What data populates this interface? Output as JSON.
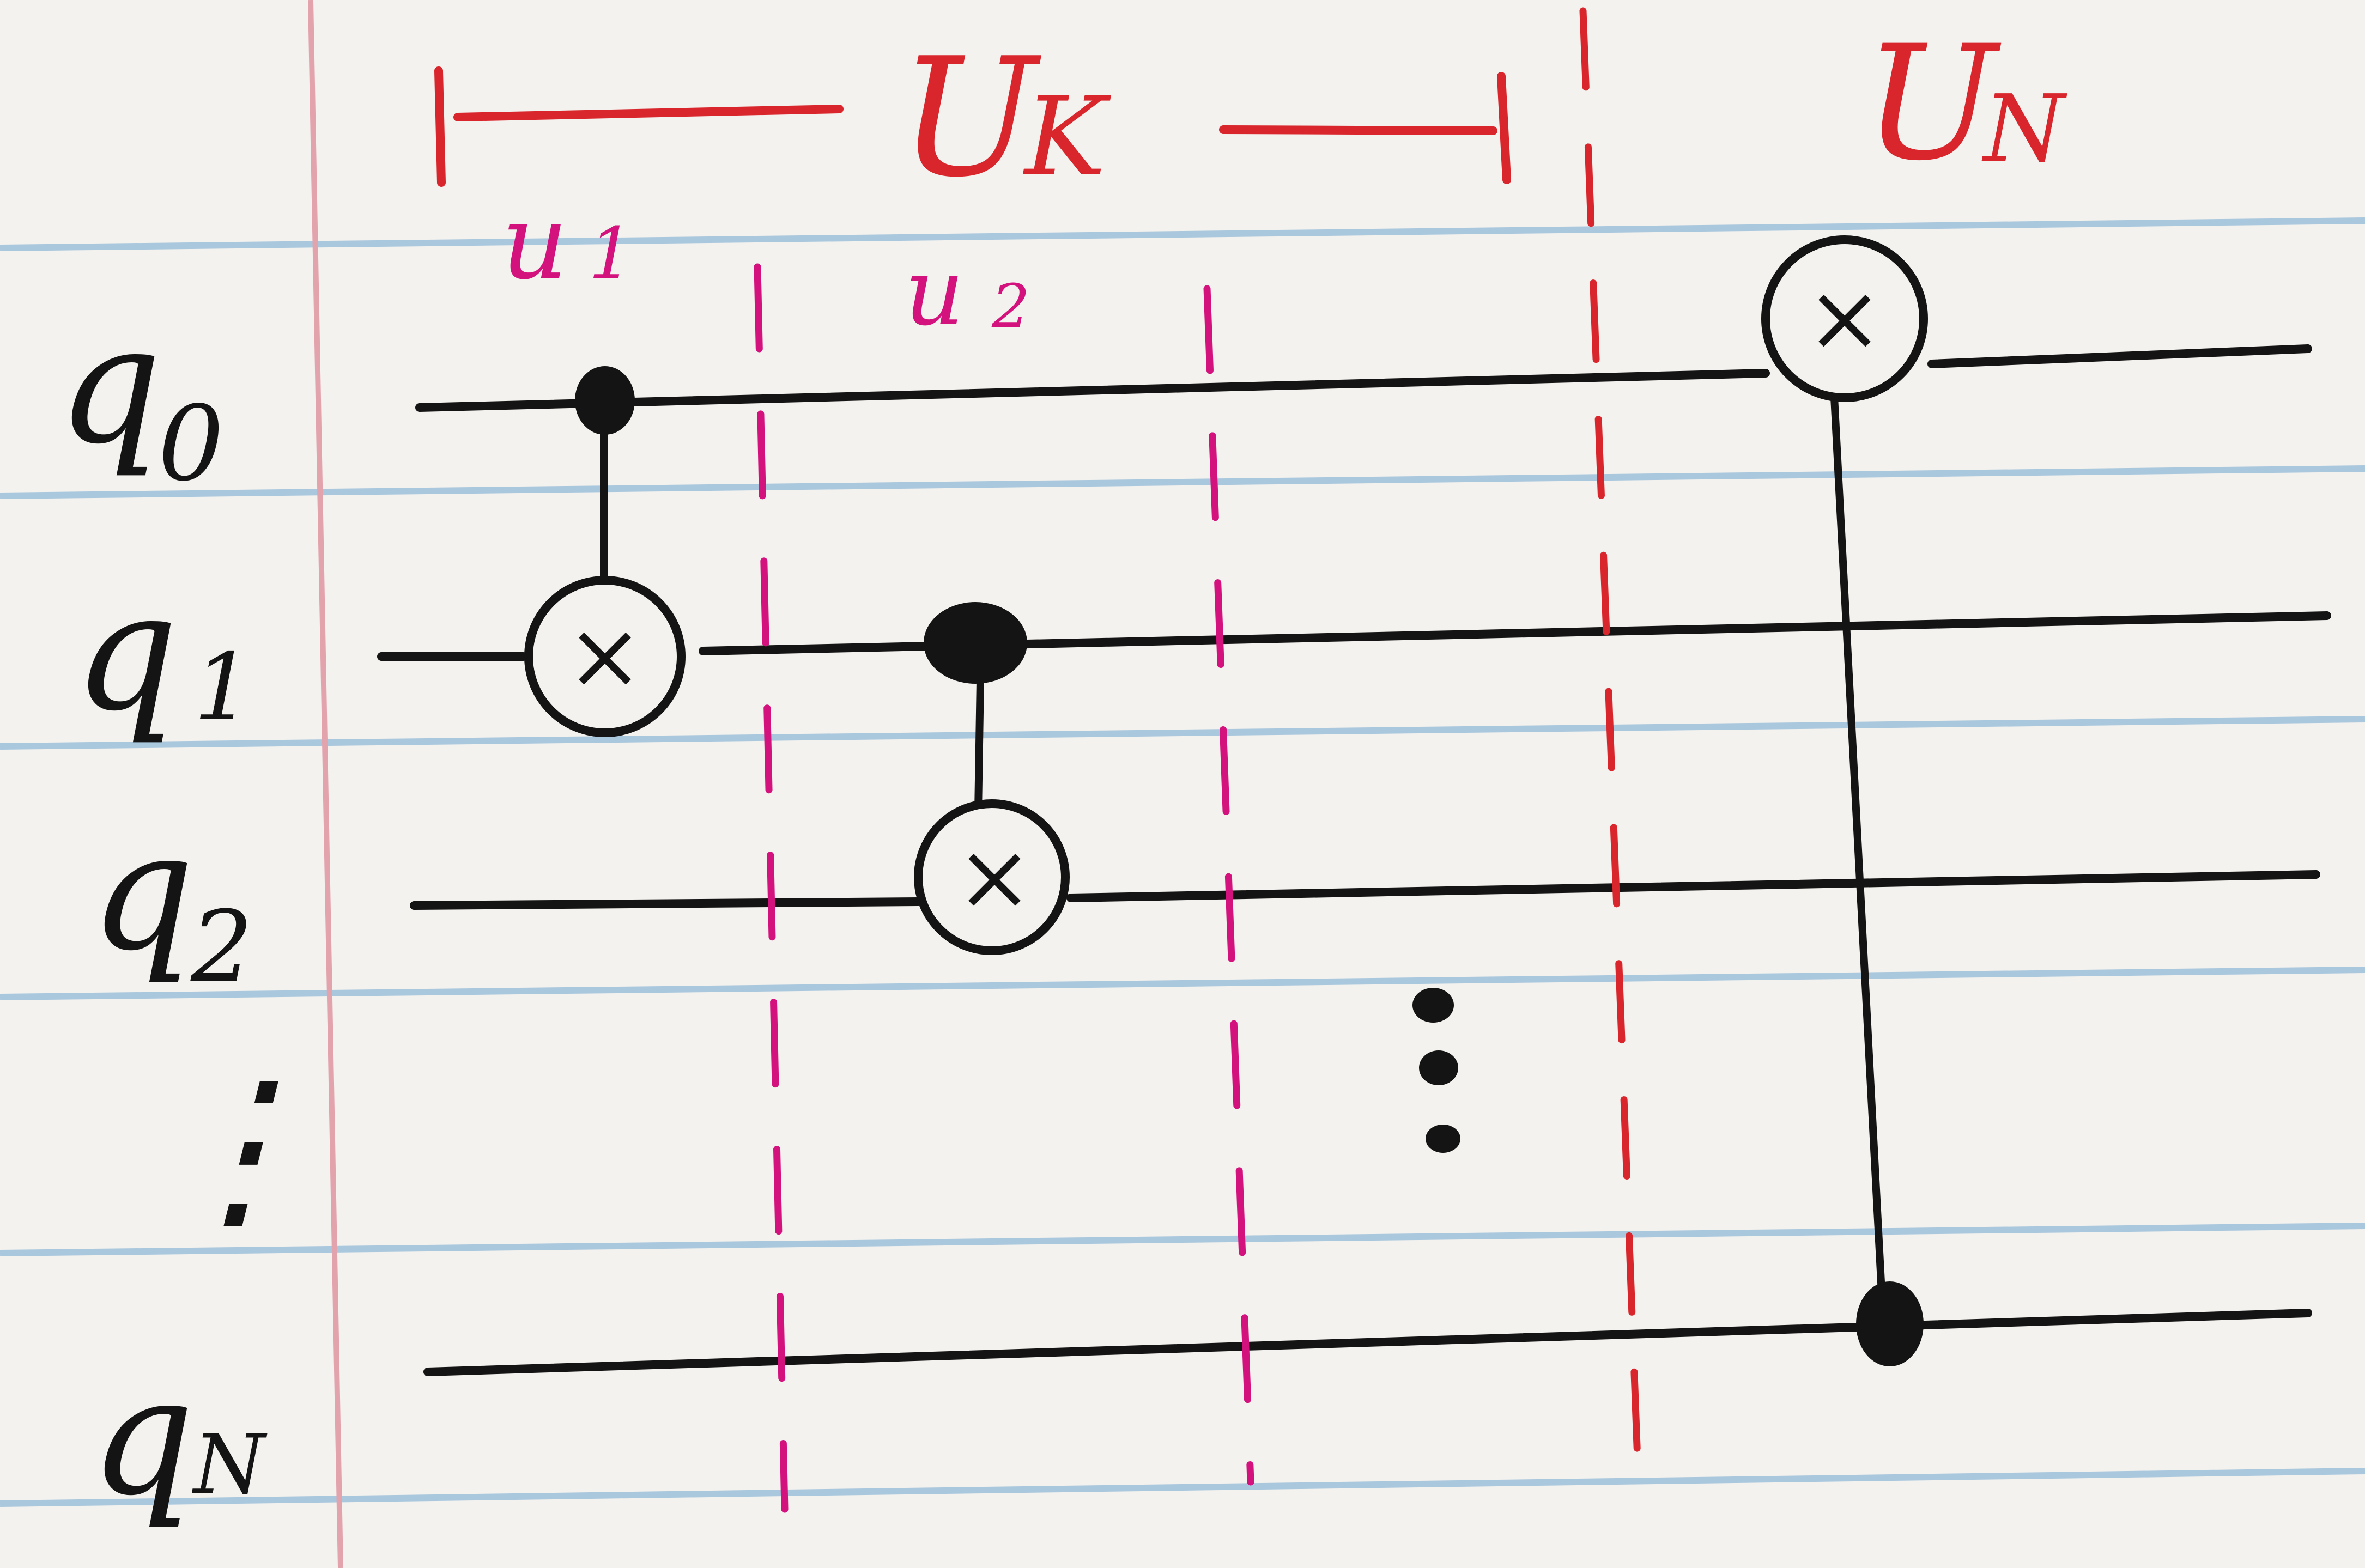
{
  "colors": {
    "paper": "#f3f2ee",
    "rule_blue": "#a9c7dd",
    "margin_line": "#e3a3ad",
    "ink": "#141414",
    "red": "#d9262c",
    "magenta": "#d4127d"
  },
  "circuit": {
    "qubits": [
      {
        "label": "q",
        "sub": "0"
      },
      {
        "label": "q",
        "sub": "1"
      },
      {
        "label": "q",
        "sub": "2"
      },
      {
        "label": "q",
        "sub": "N"
      }
    ],
    "vertical_ellipsis": "⋮",
    "gate_symbol": "×",
    "stage_labels": {
      "u1": {
        "main": "u",
        "sub": "1"
      },
      "u2": {
        "main": "u",
        "sub": "2"
      }
    },
    "block_labels": {
      "uk": {
        "main": "U",
        "sub": "K"
      },
      "un": {
        "main": "U",
        "sub": "N"
      }
    },
    "gates": [
      {
        "name": "cx-u1",
        "control": "q0",
        "target": "q1"
      },
      {
        "name": "cx-u2",
        "control": "q1",
        "target": "q2"
      },
      {
        "name": "cx-un",
        "control": "qN",
        "target": "q0"
      }
    ],
    "horizontal_ellipsis": "⋮"
  }
}
